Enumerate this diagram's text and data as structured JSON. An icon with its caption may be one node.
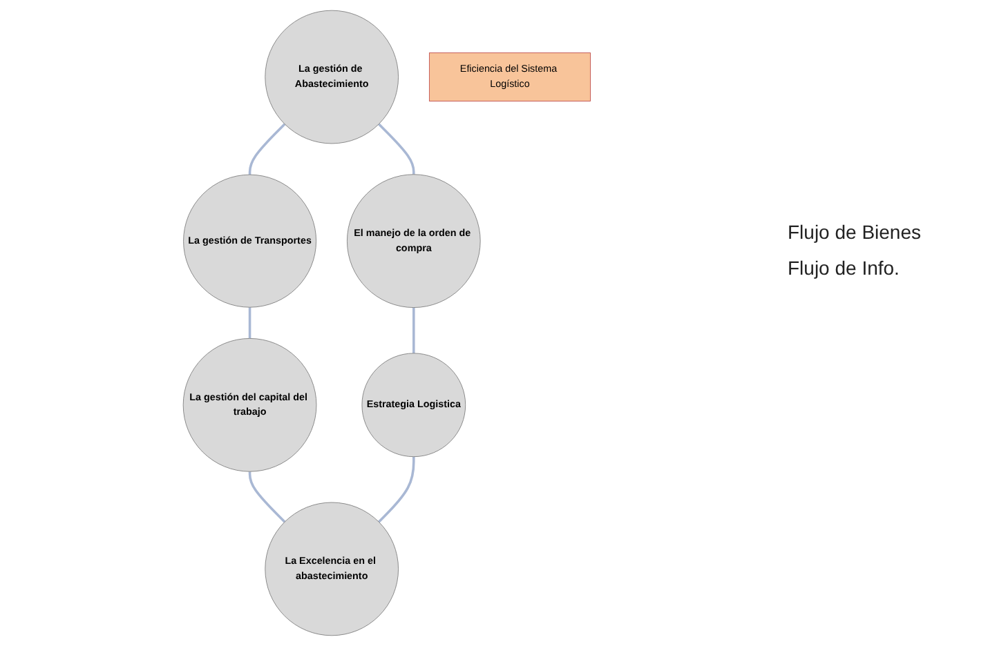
{
  "diagram": {
    "nodes": [
      {
        "text": [
          "La gestión de Abastecimiento"
        ]
      },
      {
        "text": [
          "La gestión de Transportes"
        ]
      },
      {
        "text": [
          "La gestión del capital del trabajo"
        ]
      },
      {
        "text": [
          "La Excelencia en el abastecimiento"
        ]
      },
      {
        "text": [
          "Estrategia Logistica"
        ]
      },
      {
        "text": [
          "El manejo de la orden de compra"
        ]
      },
      {
        "text": [
          "Eficiencia del Sistema Logístico"
        ]
      }
    ],
    "edges": [
      {
        "from": 0,
        "to": 1,
        "arrow": "none"
      },
      {
        "from": 1,
        "to": 2,
        "arrow": "none"
      },
      {
        "from": 2,
        "to": 3,
        "arrow": "none"
      },
      {
        "from": 3,
        "to": 4,
        "arrow": "none"
      },
      {
        "from": 4,
        "to": 5,
        "arrow": "none"
      },
      {
        "from": 5,
        "to": 0,
        "arrow": "none"
      }
    ],
    "labels": [
      "Flujo de Bienes",
      "Flujo de Info."
    ]
  }
}
